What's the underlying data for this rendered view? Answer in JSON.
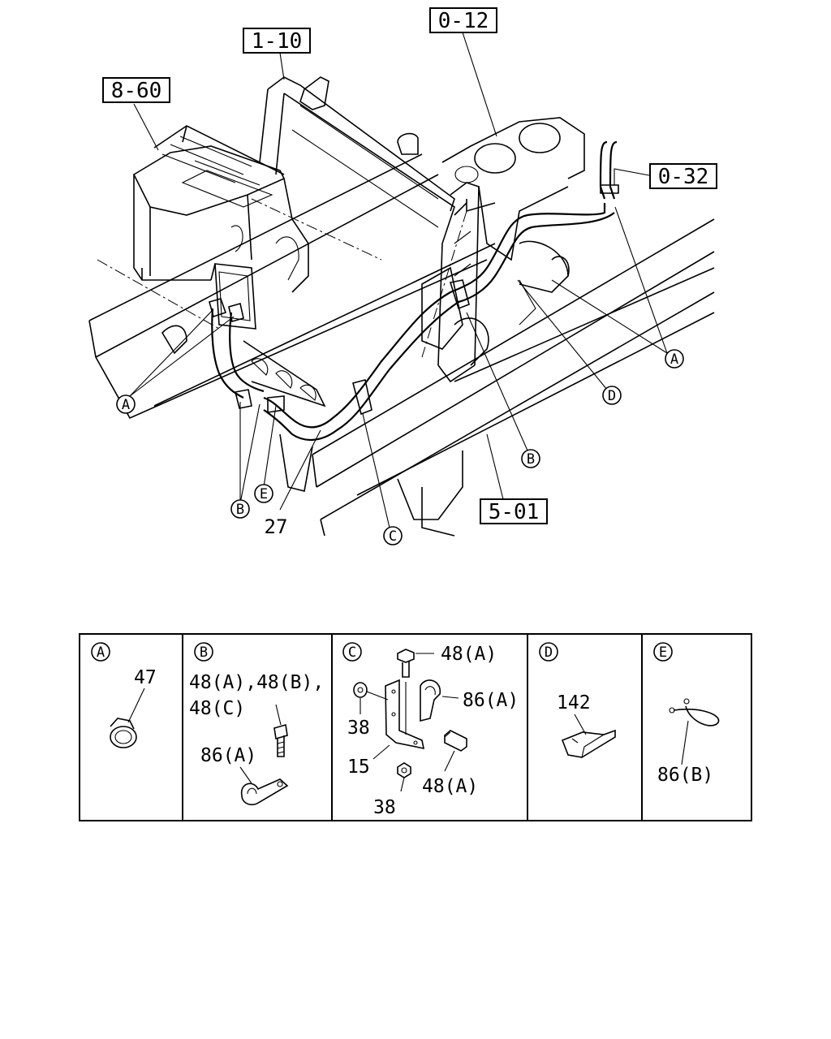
{
  "refs": {
    "r1": "1-10",
    "r2": "0-12",
    "r3": "8-60",
    "r4": "0-32",
    "r5": "5-01"
  },
  "callouts": {
    "c27": "27"
  },
  "circles": {
    "A": "A",
    "B": "B",
    "C": "C",
    "D": "D",
    "E": "E"
  },
  "table": {
    "A": {
      "letter": "A",
      "p1": "47"
    },
    "B": {
      "letter": "B",
      "line1": "48(A),48(B),",
      "line2": "48(C)",
      "p2": "86(A)"
    },
    "C": {
      "letter": "C",
      "p1": "48(A)",
      "p2": "86(A)",
      "p3": "38",
      "p4": "15",
      "p5": "48(A)",
      "p6": "38"
    },
    "D": {
      "letter": "D",
      "p1": "142"
    },
    "E": {
      "letter": "E",
      "p1": "86(B)"
    }
  }
}
